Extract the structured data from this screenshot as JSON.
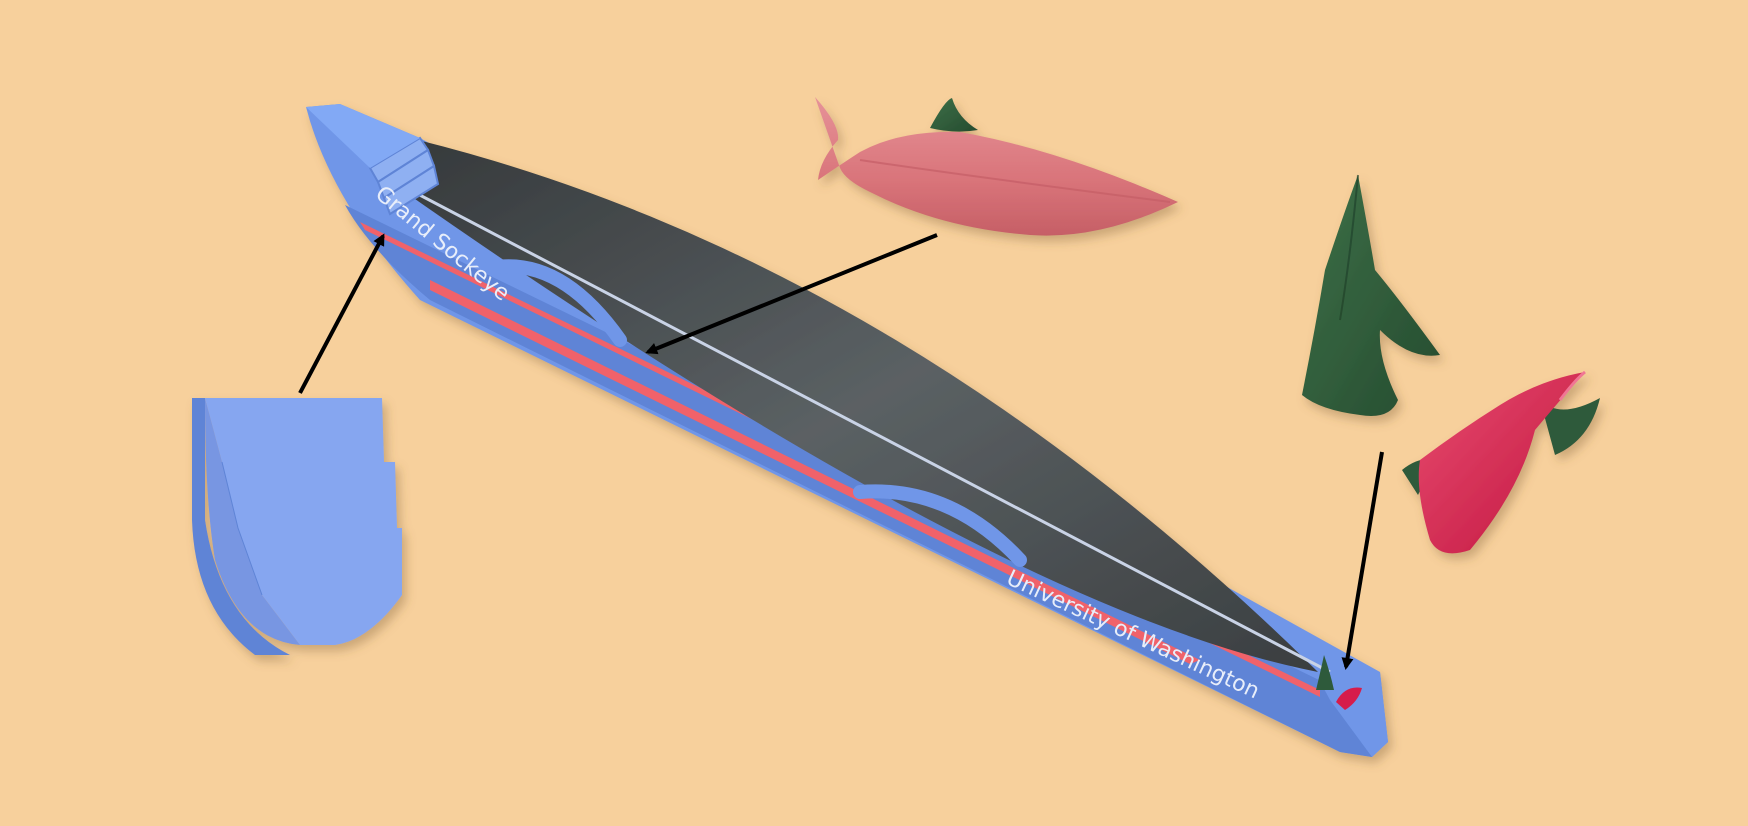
{
  "labels": {
    "bow_name": "Grand Sockeye",
    "stern_name": "University of Washington"
  },
  "colors": {
    "background": "#F7D09C",
    "hull_blue": "#6F96E8",
    "deck_dark": "#3F4447",
    "stripe_red": "#F0626A",
    "salmon": "#DE7E82",
    "fin_green": "#2F5A3A",
    "bulb_red": "#D61E4C",
    "arrow": "#000000"
  },
  "icons": {
    "bow_section": "stepped-bow-cross-section",
    "salmon": "salmon-fish",
    "fin": "green-fin",
    "bulb": "red-bulb-with-leaves"
  }
}
